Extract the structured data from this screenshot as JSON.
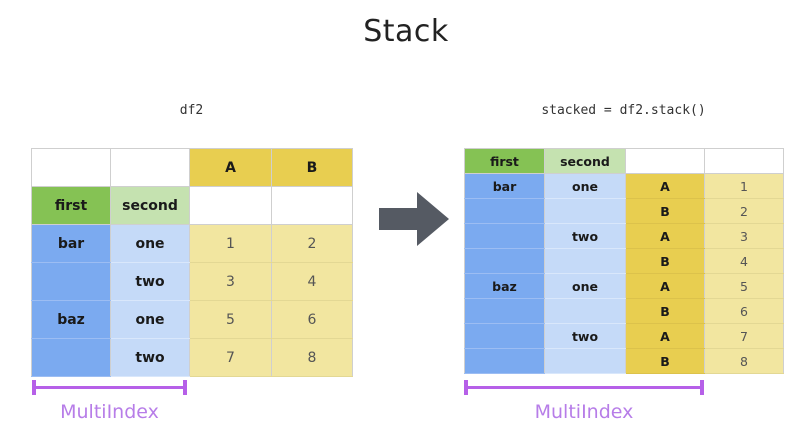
{
  "page": {
    "title": "Stack",
    "accent_purple": "#b660e8",
    "arrow_color": "#555a63",
    "multiindex_label": "MultiIndex"
  },
  "left": {
    "caption": "df2",
    "multiindex_label": "MultiIndex",
    "rows": [
      [
        {
          "text": "",
          "role": "blank"
        },
        {
          "text": "",
          "role": "blank"
        },
        {
          "text": "A",
          "role": "gold"
        },
        {
          "text": "B",
          "role": "gold"
        }
      ],
      [
        {
          "text": "first",
          "role": "green"
        },
        {
          "text": "second",
          "role": "lgreen"
        },
        {
          "text": "",
          "role": "blank"
        },
        {
          "text": "",
          "role": "blank"
        }
      ],
      [
        {
          "text": "bar",
          "role": "blue"
        },
        {
          "text": "one",
          "role": "lblue"
        },
        {
          "text": "1",
          "role": "lyellow"
        },
        {
          "text": "2",
          "role": "lyellow"
        }
      ],
      [
        {
          "text": "",
          "role": "blue"
        },
        {
          "text": "two",
          "role": "lblue"
        },
        {
          "text": "3",
          "role": "lyellow"
        },
        {
          "text": "4",
          "role": "lyellow"
        }
      ],
      [
        {
          "text": "baz",
          "role": "blue"
        },
        {
          "text": "one",
          "role": "lblue"
        },
        {
          "text": "5",
          "role": "lyellow"
        },
        {
          "text": "6",
          "role": "lyellow"
        }
      ],
      [
        {
          "text": "",
          "role": "blue"
        },
        {
          "text": "two",
          "role": "lblue"
        },
        {
          "text": "7",
          "role": "lyellow"
        },
        {
          "text": "8",
          "role": "lyellow"
        }
      ]
    ]
  },
  "right": {
    "caption": "stacked = df2.stack()",
    "multiindex_label": "MultiIndex",
    "rows": [
      [
        {
          "text": "first",
          "role": "green"
        },
        {
          "text": "second",
          "role": "lgreen"
        },
        {
          "text": "",
          "role": "blank"
        },
        {
          "text": "",
          "role": "blank"
        }
      ],
      [
        {
          "text": "bar",
          "role": "blue"
        },
        {
          "text": "one",
          "role": "lblue"
        },
        {
          "text": "A",
          "role": "gold"
        },
        {
          "text": "1",
          "role": "lyellow"
        }
      ],
      [
        {
          "text": "",
          "role": "blue"
        },
        {
          "text": "",
          "role": "lblue"
        },
        {
          "text": "B",
          "role": "gold"
        },
        {
          "text": "2",
          "role": "lyellow"
        }
      ],
      [
        {
          "text": "",
          "role": "blue"
        },
        {
          "text": "two",
          "role": "lblue"
        },
        {
          "text": "A",
          "role": "gold"
        },
        {
          "text": "3",
          "role": "lyellow"
        }
      ],
      [
        {
          "text": "",
          "role": "blue"
        },
        {
          "text": "",
          "role": "lblue"
        },
        {
          "text": "B",
          "role": "gold"
        },
        {
          "text": "4",
          "role": "lyellow"
        }
      ],
      [
        {
          "text": "baz",
          "role": "blue"
        },
        {
          "text": "one",
          "role": "lblue"
        },
        {
          "text": "A",
          "role": "gold"
        },
        {
          "text": "5",
          "role": "lyellow"
        }
      ],
      [
        {
          "text": "",
          "role": "blue"
        },
        {
          "text": "",
          "role": "lblue"
        },
        {
          "text": "B",
          "role": "gold"
        },
        {
          "text": "6",
          "role": "lyellow"
        }
      ],
      [
        {
          "text": "",
          "role": "blue"
        },
        {
          "text": "two",
          "role": "lblue"
        },
        {
          "text": "A",
          "role": "gold"
        },
        {
          "text": "7",
          "role": "lyellow"
        }
      ],
      [
        {
          "text": "",
          "role": "blue"
        },
        {
          "text": "",
          "role": "lblue"
        },
        {
          "text": "B",
          "role": "gold"
        },
        {
          "text": "8",
          "role": "lyellow"
        }
      ]
    ]
  },
  "chart_data": {
    "type": "table",
    "title": "Stack",
    "tables": [
      {
        "name": "df2",
        "index_names": [
          "first",
          "second"
        ],
        "index": [
          [
            "bar",
            "one"
          ],
          [
            "bar",
            "two"
          ],
          [
            "baz",
            "one"
          ],
          [
            "baz",
            "two"
          ]
        ],
        "columns": [
          "A",
          "B"
        ],
        "values": [
          [
            1,
            2
          ],
          [
            3,
            4
          ],
          [
            5,
            6
          ],
          [
            7,
            8
          ]
        ]
      },
      {
        "name": "stacked = df2.stack()",
        "index_names": [
          "first",
          "second",
          ""
        ],
        "index": [
          [
            "bar",
            "one",
            "A"
          ],
          [
            "bar",
            "one",
            "B"
          ],
          [
            "bar",
            "two",
            "A"
          ],
          [
            "bar",
            "two",
            "B"
          ],
          [
            "baz",
            "one",
            "A"
          ],
          [
            "baz",
            "one",
            "B"
          ],
          [
            "baz",
            "two",
            "A"
          ],
          [
            "baz",
            "two",
            "B"
          ]
        ],
        "values": [
          1,
          2,
          3,
          4,
          5,
          6,
          7,
          8
        ]
      }
    ]
  }
}
